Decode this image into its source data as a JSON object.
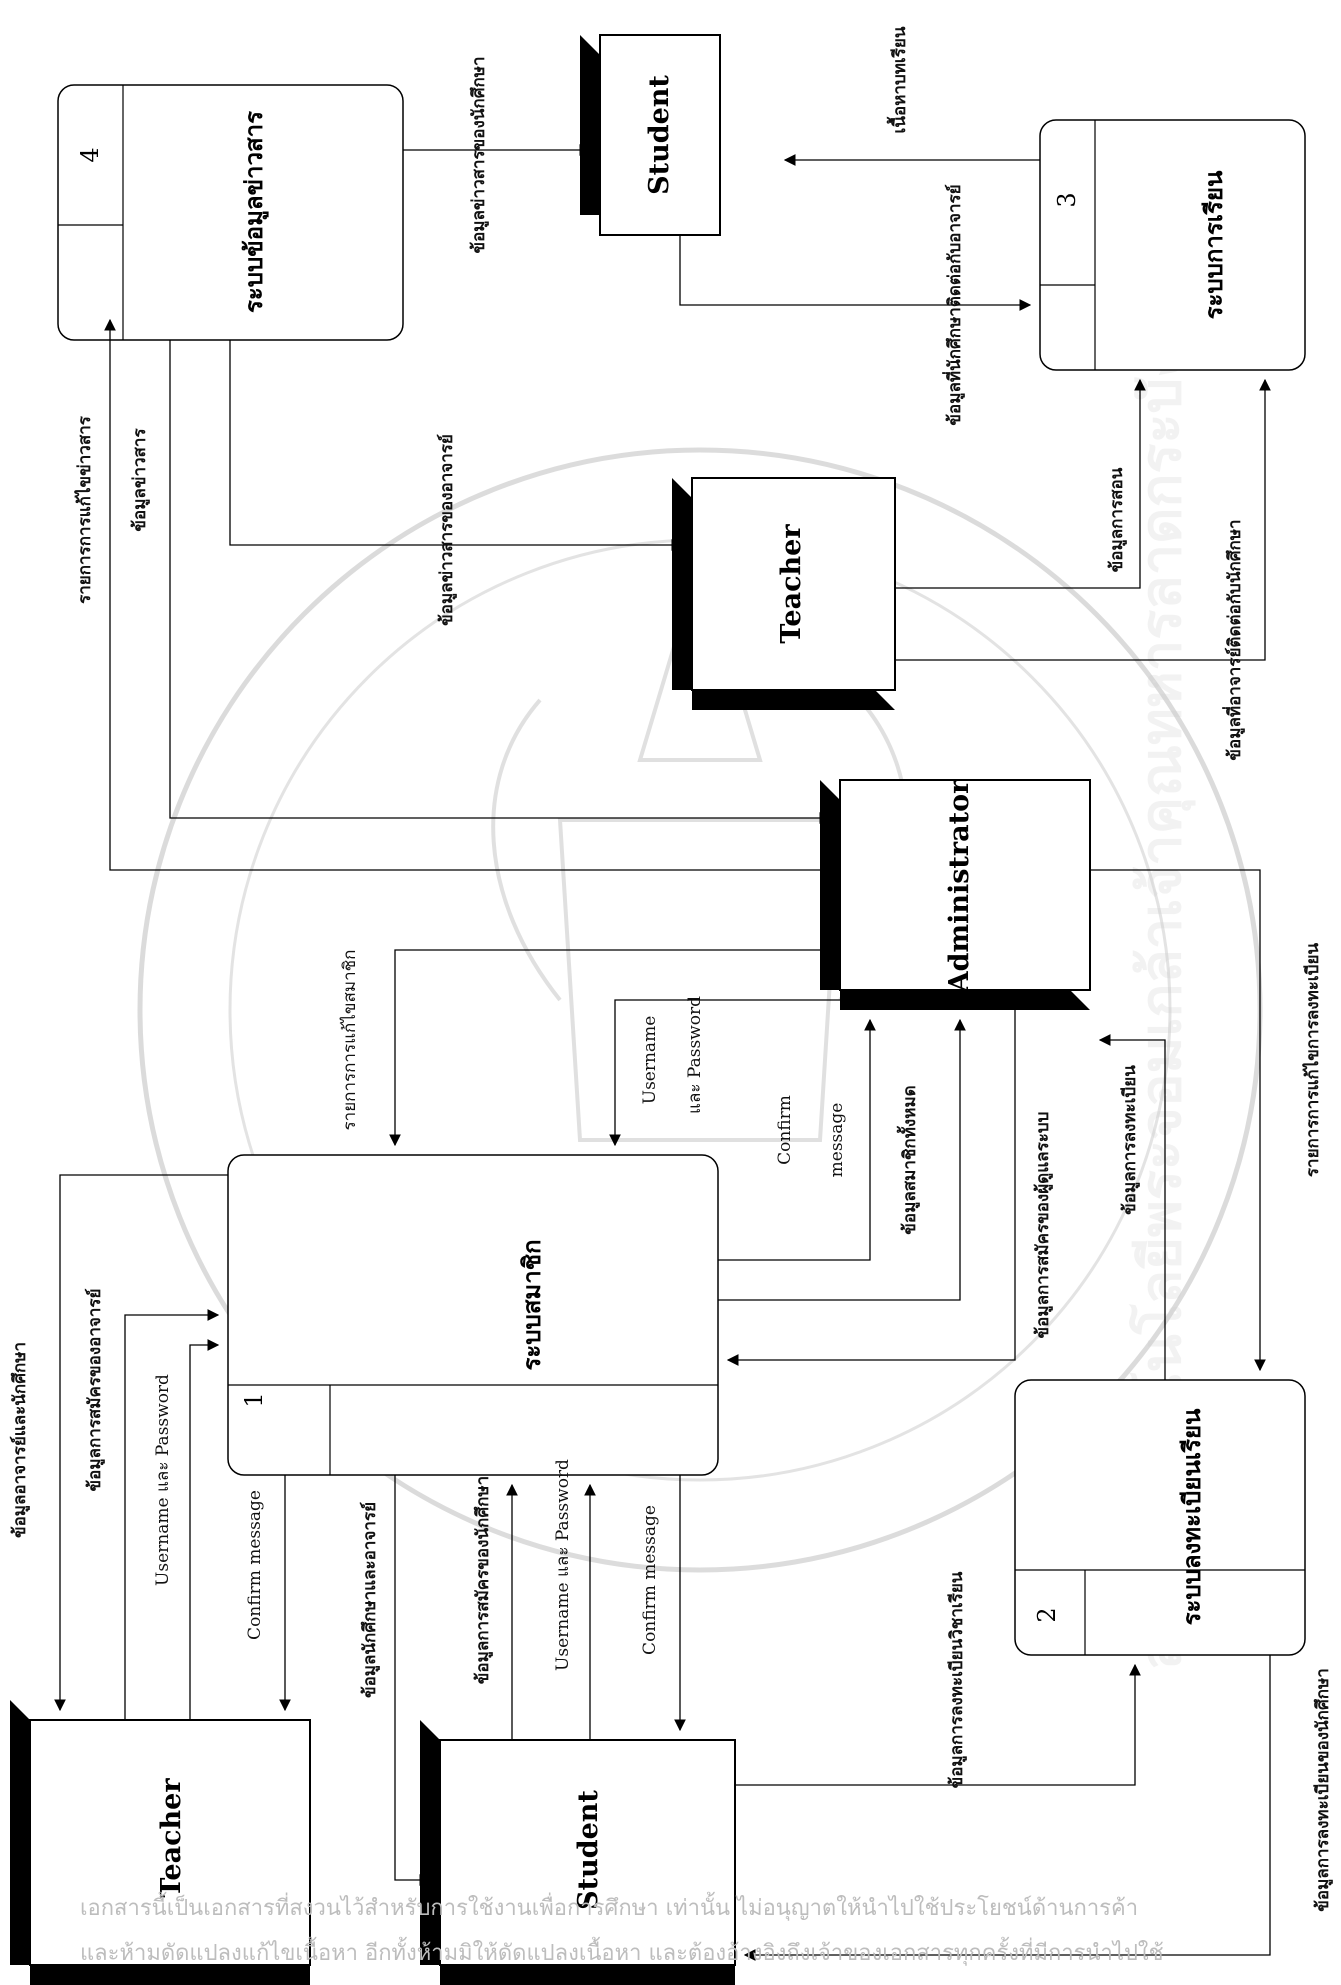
{
  "entities": {
    "teacher_top": "Teacher",
    "student_top": "Student",
    "administrator": "Administrator",
    "teacher_bottom": "Teacher",
    "student_bottom": "Student"
  },
  "processes": [
    {
      "num": "1",
      "name": "ระบบสมาชิก"
    },
    {
      "num": "2",
      "name": "ระบบลงทะเบียนเรียน"
    },
    {
      "num": "3",
      "name": "ระบบการเรียน"
    },
    {
      "num": "4",
      "name": "ระบบข้อมูลข่าวสาร"
    }
  ],
  "flows": {
    "news_to_student": "ข้อมูลข่าวสารของนักศึกษา",
    "lessons": "เนื้อหาบทเรียน",
    "student_contact_teacher": "ข้อมูลที่นักศึกษาติดต่อกับอาจารย์",
    "news_edit_list": "รายการการแก้ไขข่าวสาร",
    "news_data": "ข้อมูลข่าวสาร",
    "news_to_teacher": "ข้อมูลข่าวสารของอาจารย์",
    "teaching_data": "ข้อมูลการสอน",
    "teacher_contact_student": "ข้อมูลที่อาจารย์ติดต่อกับนักศึกษา",
    "member_edit_list": "รายการการแก้ไขสมาชิก",
    "admin_username": "Username",
    "admin_password": "และ Password",
    "admin_confirm": "Confirm",
    "admin_message": "message",
    "all_members": "ข้อมูลสมาชิกทั้งหมด",
    "register_to_system": "ข้อมูลการสมัครของผู้ดูแลระบบ",
    "enroll_edit_list": "รายการการแก้ไขการลงทะเบียน",
    "enroll_data": "ข้อมูลการลงทะเบียน",
    "teacher_student_data": "ข้อมูลอาจารย์และนักศึกษา",
    "teacher_register": "ข้อมูลการสมัครของอาจารย์",
    "teacher_credentials": "Username และ Password",
    "teacher_confirm": "Confirm message",
    "student_teacher_data": "ข้อมูลนักศึกษาและอาจารย์",
    "student_register": "ข้อมูลการสมัครของนักศึกษา",
    "student_credentials": "Username และ Password",
    "student_confirm": "Confirm message",
    "course_enroll": "ข้อมูลการลงทะเบียนวิชาเรียน",
    "student_enroll_data": "ข้อมูลการลงทะเบียนของนักศึกษา"
  },
  "watermark": {
    "line1": "เอกสารนี้เป็นเอกสารที่สงวนไว้สำหรับการใช้งานเพื่อการศึกษา เท่านั้น ไม่อนุญาตให้นำไปใช้ประโยชน์ด้านการค้า",
    "line2": "และห้ามดัดแปลงแก้ไขเนื้อหา อีกทั้งห้ามมิให้ดัดแปลงเนื้อหา และต้องอ้างอิงถึงเจ้าของเอกสารทุกครั้งที่มีการนำไปใช้",
    "seal_text": "สถาบันเทคโนโลยีพระจอมเกล้าเจ้าคุณทหารลาดกระบัง"
  }
}
